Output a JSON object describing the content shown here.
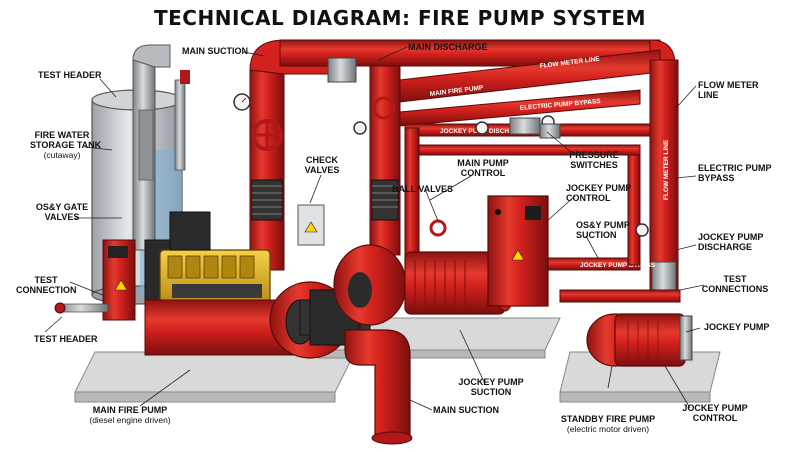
{
  "title": "TECHNICAL DIAGRAM: FIRE PUMP SYSTEM",
  "labels": {
    "main_suction_top": "MAIN SUCTION",
    "main_discharge": "MAIN DISCHARGE",
    "test_header_top": "TEST HEADER",
    "fire_water_tank_1": "FIRE WATER",
    "fire_water_tank_2": "STORAGE TANK",
    "fire_water_tank_sub": "(cutaway)",
    "osy_gate_1": "OS&Y GATE",
    "osy_gate_2": "VALVES",
    "test_connection_1": "TEST",
    "test_connection_2": "CONNECTION",
    "test_header_bottom": "TEST HEADER",
    "main_fire_pump": "MAIN FIRE PUMP",
    "main_fire_pump_sub": "(diesel engine driven)",
    "check_valves_1": "CHECK",
    "check_valves_2": "VALVES",
    "main_pump_control_1": "MAIN PUMP",
    "main_pump_control_2": "CONTROL",
    "ball_valves": "BALL VALVES",
    "pressure_switches_1": "PRESSURE",
    "pressure_switches_2": "SWITCHES",
    "jockey_pump_control_top_1": "JOCKEY PUMP",
    "jockey_pump_control_top_2": "CONTROL",
    "osy_pump_suction_1": "OS&Y PUMP",
    "osy_pump_suction_2": "SUCTION",
    "flow_meter_line_1": "FLOW METER",
    "flow_meter_line_2": "LINE",
    "electric_pump_bypass_1": "ELECTRIC PUMP",
    "electric_pump_bypass_2": "BYPASS",
    "jockey_pump_discharge_1": "JOCKEY PUMP",
    "jockey_pump_discharge_2": "DISCHARGE",
    "test_connections_1": "TEST",
    "test_connections_2": "CONNECTIONS",
    "jockey_pump": "JOCKEY PUMP",
    "jockey_pump_suction_1": "JOCKEY PUMP",
    "jockey_pump_suction_2": "SUCTION",
    "main_suction_bottom": "MAIN SUCTION",
    "standby_fire_pump": "STANDBY FIRE PUMP",
    "standby_fire_pump_sub": "(electric motor driven)",
    "jockey_pump_control_bottom_1": "JOCKEY PUMP",
    "jockey_pump_control_bottom_2": "CONTROL"
  },
  "pipe_text": {
    "flow_meter_line_top": "FLOW METER LINE",
    "flow_meter_line_vertical": "FLOW METER LINE",
    "main_discharge_pipe": "MAIN FIRE PUMP",
    "electric_pump_bypass_pipe": "ELECTRIC PUMP BYPASS",
    "jockey_pump_discharge_pipe": "JOCKEY PUMP DISCHARGE",
    "jockey_pump_bypass_pipe": "JOCKEY PUMP BYPASS",
    "electric_pump_pipe": "ELECTRIC PUMP"
  },
  "colors": {
    "pipe_red": "#d3211d",
    "pipe_dark": "#8e1210",
    "tank_grey": "#c9ced3",
    "engine_yellow": "#e8b91c",
    "steel": "#a9adb1",
    "base_grey": "#d8d8d8"
  }
}
